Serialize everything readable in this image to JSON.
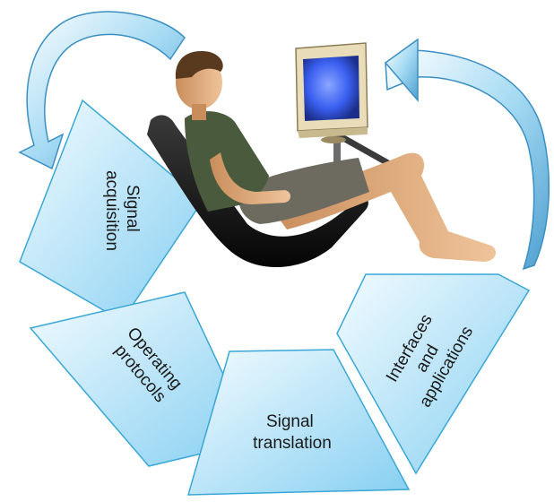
{
  "segments": [
    {
      "id": "signal-acquisition",
      "lines": [
        "Signal",
        "acquisition"
      ]
    },
    {
      "id": "operating-protocols",
      "lines": [
        "Operating",
        "protocols"
      ]
    },
    {
      "id": "signal-translation",
      "lines": [
        "Signal",
        "translation"
      ]
    },
    {
      "id": "interfaces-and-applications",
      "lines": [
        "Interfaces",
        "and",
        "applications"
      ]
    }
  ],
  "colors": {
    "segment_fill_light": "#e8f6fd",
    "segment_fill_dark": "#8fd3f2",
    "segment_stroke": "#3aa7d6",
    "arrow_fill": "#9bd6f0",
    "arrow_stroke": "#3b8fc2",
    "monitor_screen": "#3a5ff0"
  }
}
